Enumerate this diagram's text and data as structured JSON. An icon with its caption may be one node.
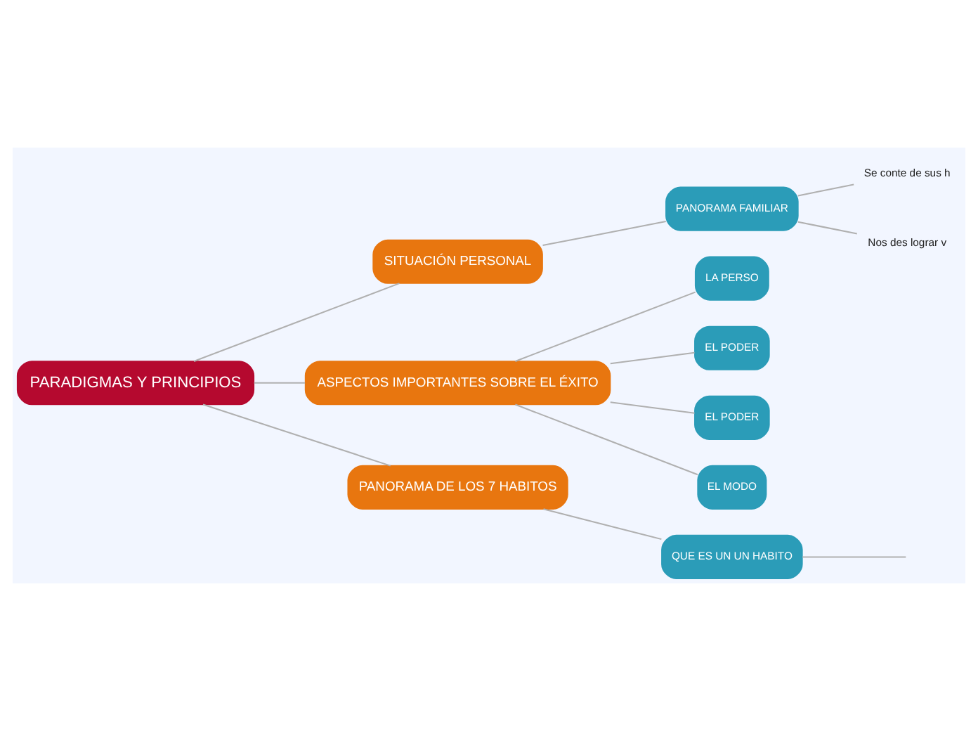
{
  "diagram": {
    "nodes": [
      {
        "text": [
          "PARADIGMAS Y PRINCIPIOS"
        ]
      },
      {
        "text": [
          "SITUACIÓN PERSONAL"
        ]
      },
      {
        "text": [
          "PANORAMA FAMILIAR"
        ]
      },
      {
        "text": [
          "Se conte de sus h"
        ]
      },
      {
        "text": [
          "Nos des lograr v"
        ]
      },
      {
        "text": [
          "ASPECTOS IMPORTANTES SOBRE EL ÉXITO"
        ]
      },
      {
        "text": [
          "LA PERSO"
        ]
      },
      {
        "text": [
          "EL PODER"
        ]
      },
      {
        "text": [
          "EL PODER"
        ]
      },
      {
        "text": [
          "EL MODO"
        ]
      },
      {
        "text": [
          "PANORAMA DE LOS 7 HABITOS"
        ]
      },
      {
        "text": [
          "QUE ES UN UN HABITO"
        ]
      }
    ],
    "edges": [
      {
        "from": 0,
        "to": 1,
        "arrow": "none"
      },
      {
        "from": 1,
        "to": 2,
        "arrow": "none"
      },
      {
        "from": 2,
        "to": 3,
        "arrow": "none"
      },
      {
        "from": 2,
        "to": 4,
        "arrow": "none"
      },
      {
        "from": 0,
        "to": 5,
        "arrow": "none"
      },
      {
        "from": 5,
        "to": 6,
        "arrow": "none"
      },
      {
        "from": 5,
        "to": 7,
        "arrow": "none"
      },
      {
        "from": 5,
        "to": 8,
        "arrow": "none"
      },
      {
        "from": 5,
        "to": 9,
        "arrow": "none"
      },
      {
        "from": 0,
        "to": 10,
        "arrow": "none"
      },
      {
        "from": 10,
        "to": 11,
        "arrow": "none"
      },
      {
        "from": 11,
        "to": null,
        "arrow": "none"
      }
    ]
  }
}
